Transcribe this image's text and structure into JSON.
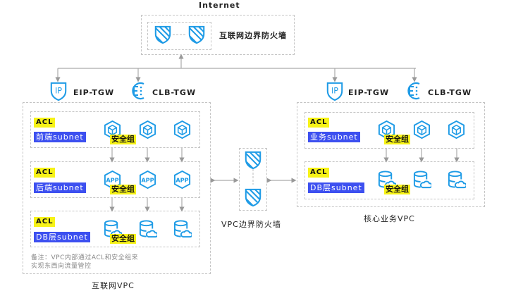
{
  "internet": {
    "label": "Internet"
  },
  "internet_firewall": {
    "label": "互联网边界防火墙"
  },
  "vpc_firewall": {
    "label": "VPC边界防火墙"
  },
  "left_vpc": {
    "label": "互联网VPC",
    "gateways": [
      {
        "label": "EIP-TGW",
        "icon": "ip-shield-icon"
      },
      {
        "label": "CLB-TGW",
        "icon": "clb-icon"
      }
    ],
    "subnets": [
      {
        "acl": "ACL",
        "name": "前端subnet",
        "icon": "cube-hexagon-icon",
        "security_group": "安全组"
      },
      {
        "acl": "ACL",
        "name": "后端subnet",
        "icon": "app-hexagon-icon",
        "icon_text": "APP",
        "security_group": "安全组"
      },
      {
        "acl": "ACL",
        "name": "DB层subnet",
        "icon": "database-cloud-icon",
        "security_group": "安全组"
      }
    ],
    "note_lines": [
      "备注：VPC内部通过ACL和安全组来",
      "实现东西向流量管控"
    ]
  },
  "right_vpc": {
    "label": "核心业务VPC",
    "gateways": [
      {
        "label": "EIP-TGW",
        "icon": "ip-shield-icon"
      },
      {
        "label": "CLB-TGW",
        "icon": "clb-icon"
      }
    ],
    "subnets": [
      {
        "acl": "ACL",
        "name": "业务subnet",
        "icon": "cube-hexagon-icon",
        "security_group": "安全组"
      },
      {
        "acl": "ACL",
        "name": "DB层subnet",
        "icon": "database-cloud-icon",
        "security_group": "安全组"
      }
    ]
  },
  "colors": {
    "icon_blue": "#1e9be6",
    "acl_yellow": "#f7f317",
    "subnet_blue": "#3d50f0",
    "line_gray": "#aaaaaa",
    "border_gray": "#c4c4c4"
  }
}
